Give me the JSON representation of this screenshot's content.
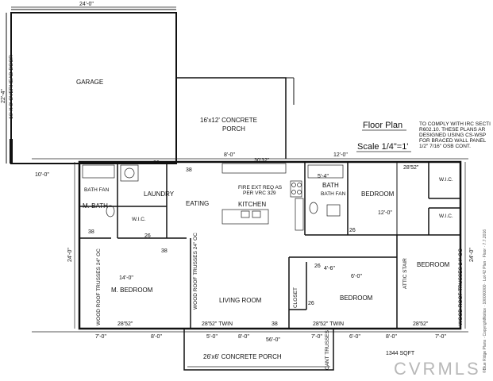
{
  "plan": {
    "title": "Floor Plan",
    "scale": "Scale 1/4\"=1'",
    "area": "1344 SQFT",
    "note_lines": [
      "TO COMPLY WITH IRC SECTI",
      "R602.10. THESE PLANS AR",
      "DESIGNED USING CS-WSP",
      "FOR BRACED WALL PANEL",
      "1/2\" 7/16\" OSB CONT."
    ],
    "watermark": "CVRMLS",
    "side_text": "©Blue Ridge Plans · CopyrightNotice · 100000000 · Lot 42 Plan · Floor · 7.7.2016"
  },
  "rooms": {
    "garage": "GARAGE",
    "porch_label_1": "16'x12' CONCRETE",
    "porch_label_2": "PORCH",
    "laundry": "LAUNDRY",
    "m_bath": "M. BATH",
    "wic_master": "W.I.C.",
    "eating": "EATING",
    "kitchen": "KITCHEN",
    "fire_ext": "FIRE EXT REQ AS",
    "fire_ext_2": "PER VRC 329",
    "bath": "BATH",
    "bedroom_upper": "BEDROOM",
    "wic_right_top": "W.I.C.",
    "wic_right_mid": "W.I.C.",
    "bedroom_right": "BEDROOM",
    "m_bedroom": "M. BEDROOM",
    "living_room": "LIVING ROOM",
    "bedroom_lower": "BEDROOM",
    "closet": "CLOSET",
    "attic": "ATTIC STAIR",
    "front_porch": "26'x6' CONCRETE PORCH",
    "overhead_door": "16' X 8' OVERHEAD DOOR",
    "trusses_left": "WOOD ROOF TRUSSES 24\" OC",
    "trusses_mid": "WOOD ROOF TRUSSES 24\" OC",
    "trusses_right": "WOOD ROOF TRUSSES 24\" OC",
    "cant_trusses": "CANT TRUSSES",
    "bath_fan_1": "BATH FAN",
    "bath_fan_2": "BATH FAN"
  },
  "dimensions": {
    "top_24": "24'-0\"",
    "side_22": "22'-4\"",
    "left_10": "10'-0\"",
    "mid_8": "8'-0\"",
    "mid_12": "12'-0\"",
    "right_12": "12'-0\"",
    "left_24": "24'-0\"",
    "right_24": "24'-0\"",
    "bottom_56": "56'-0\"",
    "b7a": "7'-0\"",
    "b8a": "8'-0\"",
    "b5a": "5'-0\"",
    "b8b": "8'-0\"",
    "b7b": "7'-0\"",
    "b6a": "6'-0\"",
    "b8c": "8'-0\"",
    "b7c": "7'-0\"",
    "win_left": "28'52\"",
    "win_liv": "28'52\" TWIN",
    "win_bed": "28'52\" TWIN",
    "win_right": "28'52\"",
    "win_top": "30'32\"",
    "win_right_top": "28'52\"",
    "d26a": "26",
    "d26b": "26",
    "d26c": "26",
    "d26d": "26",
    "d26e": "26",
    "d38a": "38",
    "d38b": "38",
    "d38c": "38",
    "d38d": "38",
    "d54": "5'-4\"",
    "d46": "4'-6\"",
    "d60": "6'-0\"",
    "d120b": "12'-0\"",
    "d14": "14'-0\""
  }
}
